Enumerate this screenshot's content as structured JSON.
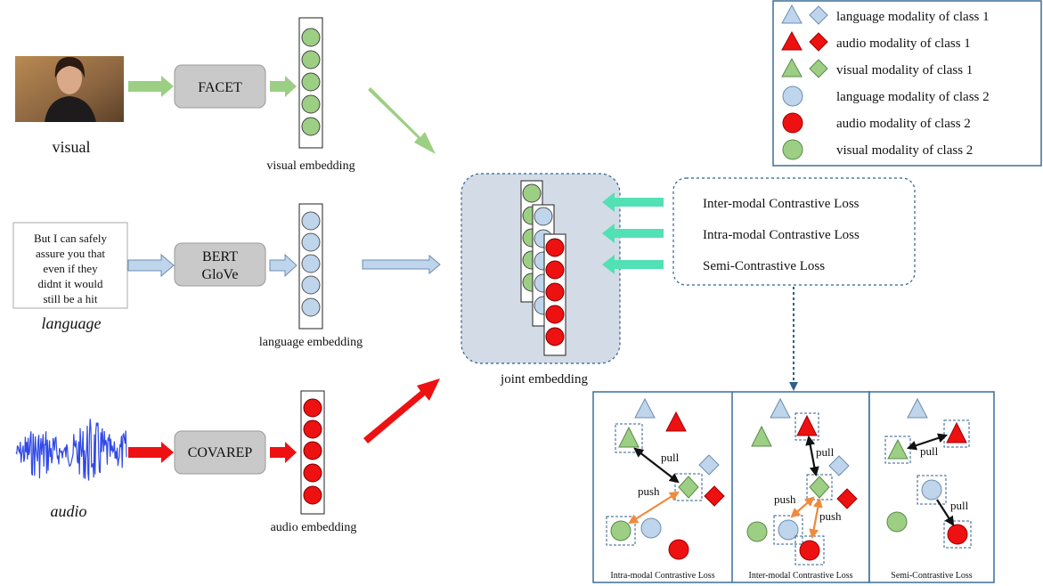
{
  "colors": {
    "green": "#9ccf84",
    "green_dark": "#5a8a48",
    "blue": "#bed5ec",
    "blue_dark": "#6e8db0",
    "red": "#ee1111",
    "red_dark": "#a00000",
    "teal": "#52e0b5",
    "panel_border": "#3b6e99",
    "dash": "#2d5f8f",
    "joint_fill": "#d3dbe6",
    "box_fill": "#c9c9c9",
    "orange": "#ef8a3c"
  },
  "inputs": {
    "visual_label": "visual",
    "language_label": "language",
    "audio_label": "audio",
    "language_text_lines": [
      "But I can safely",
      "assure you that",
      "even if they",
      "didnt it would",
      "still be a hit"
    ]
  },
  "extractors": {
    "facet": "FACET",
    "bert_line1": "BERT",
    "bert_line2": "GloVe",
    "covarep": "COVAREP"
  },
  "embeddings": {
    "visual": "visual embedding",
    "language": "language embedding",
    "audio": "audio embedding",
    "joint": "joint embedding"
  },
  "losses": {
    "inter": "Inter-modal Contrastive Loss",
    "intra": "Intra-modal Contrastive Loss",
    "semi": "Semi-Contrastive Loss"
  },
  "legend": [
    {
      "text": "language modality of class 1"
    },
    {
      "text": "audio modality of class 1"
    },
    {
      "text": "visual modality of class 1"
    },
    {
      "text": "language modality of class 2"
    },
    {
      "text": "audio modality of class 2"
    },
    {
      "text": "visual modality of class 2"
    }
  ],
  "panels": {
    "intra_title": "Intra-modal Contrastive Loss",
    "inter_title": "Inter-modal Contrastive Loss",
    "semi_title": "Semi-Contrastive Loss",
    "pull": "pull",
    "push": "push"
  }
}
